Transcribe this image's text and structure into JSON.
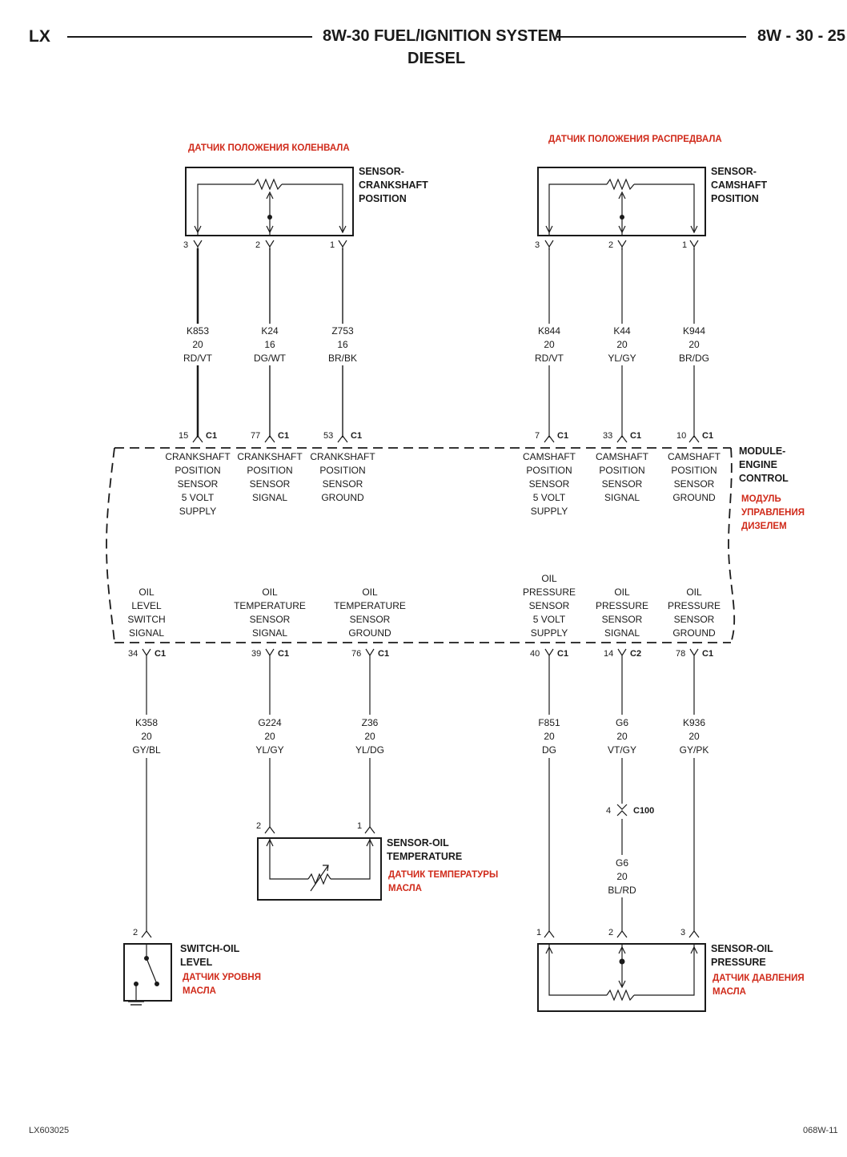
{
  "header": {
    "left": "LX",
    "title_line1": "8W-30 FUEL/IGNITION SYSTEM",
    "title_line2": "DIESEL",
    "page": "8W - 30 - 25"
  },
  "sensors": {
    "crankshaft": {
      "name": [
        "SENSOR-",
        "CRANKSHAFT",
        "POSITION"
      ],
      "ru": "ДАТЧИК ПОЛОЖЕНИЯ КОЛЕНВАЛА"
    },
    "camshaft": {
      "name": [
        "SENSOR-",
        "CAMSHAFT",
        "POSITION"
      ],
      "ru": "ДАТЧИК ПОЛОЖЕНИЯ РАСПРЕДВАЛА"
    },
    "oil_temp": {
      "name": [
        "SENSOR-OIL",
        "TEMPERATURE"
      ],
      "ru": [
        "ДАТЧИК ТЕМПЕРАТУРЫ",
        "МАСЛА"
      ]
    },
    "oil_level": {
      "name": [
        "SWITCH-OIL",
        "LEVEL"
      ],
      "ru": [
        "ДАТЧИК УРОВНЯ",
        "МАСЛА"
      ]
    },
    "oil_pressure": {
      "name": [
        "SENSOR-OIL",
        "PRESSURE"
      ],
      "ru": [
        "ДАТЧИК ДАВЛЕНИЯ",
        "МАСЛА"
      ]
    }
  },
  "module": {
    "name": [
      "MODULE-",
      "ENGINE",
      "CONTROL"
    ],
    "ru": [
      "МОДУЛЬ",
      "УПРАВЛЕНИЯ",
      "ДИЗЕЛЕМ"
    ]
  },
  "top_circuits": [
    {
      "sensor_pin": "3",
      "wire": [
        "K853",
        "20",
        "RD/VT"
      ],
      "pcm_pin": "15",
      "conn": "C1",
      "fn": [
        "CRANKSHAFT",
        "POSITION",
        "SENSOR",
        "5 VOLT",
        "SUPPLY"
      ]
    },
    {
      "sensor_pin": "2",
      "wire": [
        "K24",
        "16",
        "DG/WT"
      ],
      "pcm_pin": "77",
      "conn": "C1",
      "fn": [
        "CRANKSHAFT",
        "POSITION",
        "SENSOR",
        "SIGNAL"
      ]
    },
    {
      "sensor_pin": "1",
      "wire": [
        "Z753",
        "16",
        "BR/BK"
      ],
      "pcm_pin": "53",
      "conn": "C1",
      "fn": [
        "CRANKSHAFT",
        "POSITION",
        "SENSOR",
        "GROUND"
      ]
    },
    {
      "sensor_pin": "3",
      "wire": [
        "K844",
        "20",
        "RD/VT"
      ],
      "pcm_pin": "7",
      "conn": "C1",
      "fn": [
        "CAMSHAFT",
        "POSITION",
        "SENSOR",
        "5 VOLT",
        "SUPPLY"
      ]
    },
    {
      "sensor_pin": "2",
      "wire": [
        "K44",
        "20",
        "YL/GY"
      ],
      "pcm_pin": "33",
      "conn": "C1",
      "fn": [
        "CAMSHAFT",
        "POSITION",
        "SENSOR",
        "SIGNAL"
      ]
    },
    {
      "sensor_pin": "1",
      "wire": [
        "K944",
        "20",
        "BR/DG"
      ],
      "pcm_pin": "10",
      "conn": "C1",
      "fn": [
        "CAMSHAFT",
        "POSITION",
        "SENSOR",
        "GROUND"
      ]
    }
  ],
  "bottom_circuits": [
    {
      "fn": [
        "OIL",
        "LEVEL",
        "SWITCH",
        "SIGNAL"
      ],
      "pcm_pin": "34",
      "conn": "C1",
      "wire": [
        "K358",
        "20",
        "GY/BL"
      ],
      "sensor_pin": "2"
    },
    {
      "fn": [
        "OIL",
        "TEMPERATURE",
        "SENSOR",
        "SIGNAL"
      ],
      "pcm_pin": "39",
      "conn": "C1",
      "wire": [
        "G224",
        "20",
        "YL/GY"
      ],
      "sensor_pin": "2"
    },
    {
      "fn": [
        "OIL",
        "TEMPERATURE",
        "SENSOR",
        "GROUND"
      ],
      "pcm_pin": "76",
      "conn": "C1",
      "wire": [
        "Z36",
        "20",
        "YL/DG"
      ],
      "sensor_pin": "1"
    },
    {
      "fn": [
        "OIL",
        "PRESSURE",
        "SENSOR",
        "5 VOLT",
        "SUPPLY"
      ],
      "pcm_pin": "40",
      "conn": "C1",
      "wire": [
        "F851",
        "20",
        "DG"
      ],
      "sensor_pin": "1"
    },
    {
      "fn": [
        "OIL",
        "PRESSURE",
        "SENSOR",
        "SIGNAL"
      ],
      "pcm_pin": "14",
      "conn": "C2",
      "wire": [
        "G6",
        "20",
        "VT/GY"
      ],
      "sensor_pin": "2"
    },
    {
      "fn": [
        "OIL",
        "PRESSURE",
        "SENSOR",
        "GROUND"
      ],
      "pcm_pin": "78",
      "conn": "C1",
      "wire": [
        "K936",
        "20",
        "GY/PK"
      ],
      "sensor_pin": "3"
    }
  ],
  "inline": {
    "pin": "4",
    "conn": "C100",
    "wire_after": [
      "G6",
      "20",
      "BL/RD"
    ]
  },
  "footer": {
    "left": "LX603025",
    "right": "068W-11"
  },
  "colors": {
    "ink": "#1a1a1a",
    "ru_text": "#d02a1a"
  }
}
